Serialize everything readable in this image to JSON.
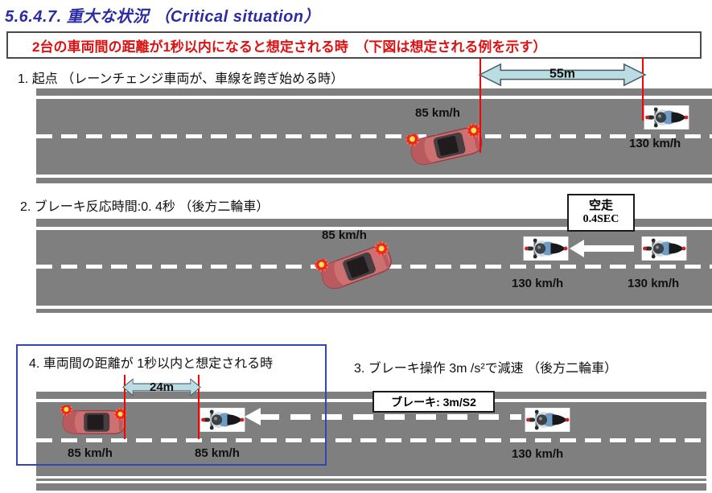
{
  "page": {
    "title": "5.6.4.7.  重大な状況 （Critical situation）"
  },
  "alert": {
    "text": "2台の車両間の距離が1秒以内になると想定される時　（下図は想定される例を示す）"
  },
  "s1": {
    "label": "1. 起点 （レーンチェンジ車両が、車線を跨ぎ始める時）",
    "distance": "55m",
    "car_speed": "85 km/h",
    "moto_speed": "130 km/h"
  },
  "s2": {
    "label": "2. ブレーキ反応時間:0. 4秒 （後方二輪車）",
    "box_line1": "空走",
    "box_line2": "0.4SEC",
    "car_speed": "85 km/h",
    "moto_front_speed": "130 km/h",
    "moto_rear_speed": "130 km/h"
  },
  "s3": {
    "label": "3. ブレーキ操作 3m /s²で減速 （後方二輪車）",
    "brake_label": "ブレーキ: 3m/S2",
    "moto_speed": "130 km/h"
  },
  "s4": {
    "label": "4. 車両間の距離が 1秒以内と想定される時",
    "distance": "24m",
    "car_speed": "85 km/h",
    "moto_speed": "85 km/h"
  },
  "colors": {
    "title": "#2b2ba3",
    "alert_text": "#dd1111",
    "road": "#7f7f7f",
    "measure_line": "#ff0000",
    "distance_arrow_fill": "#b9dde2",
    "highlight_frame": "#3445b4",
    "car_body": "#ce6f72",
    "hazard_flash": "#e8281e"
  }
}
